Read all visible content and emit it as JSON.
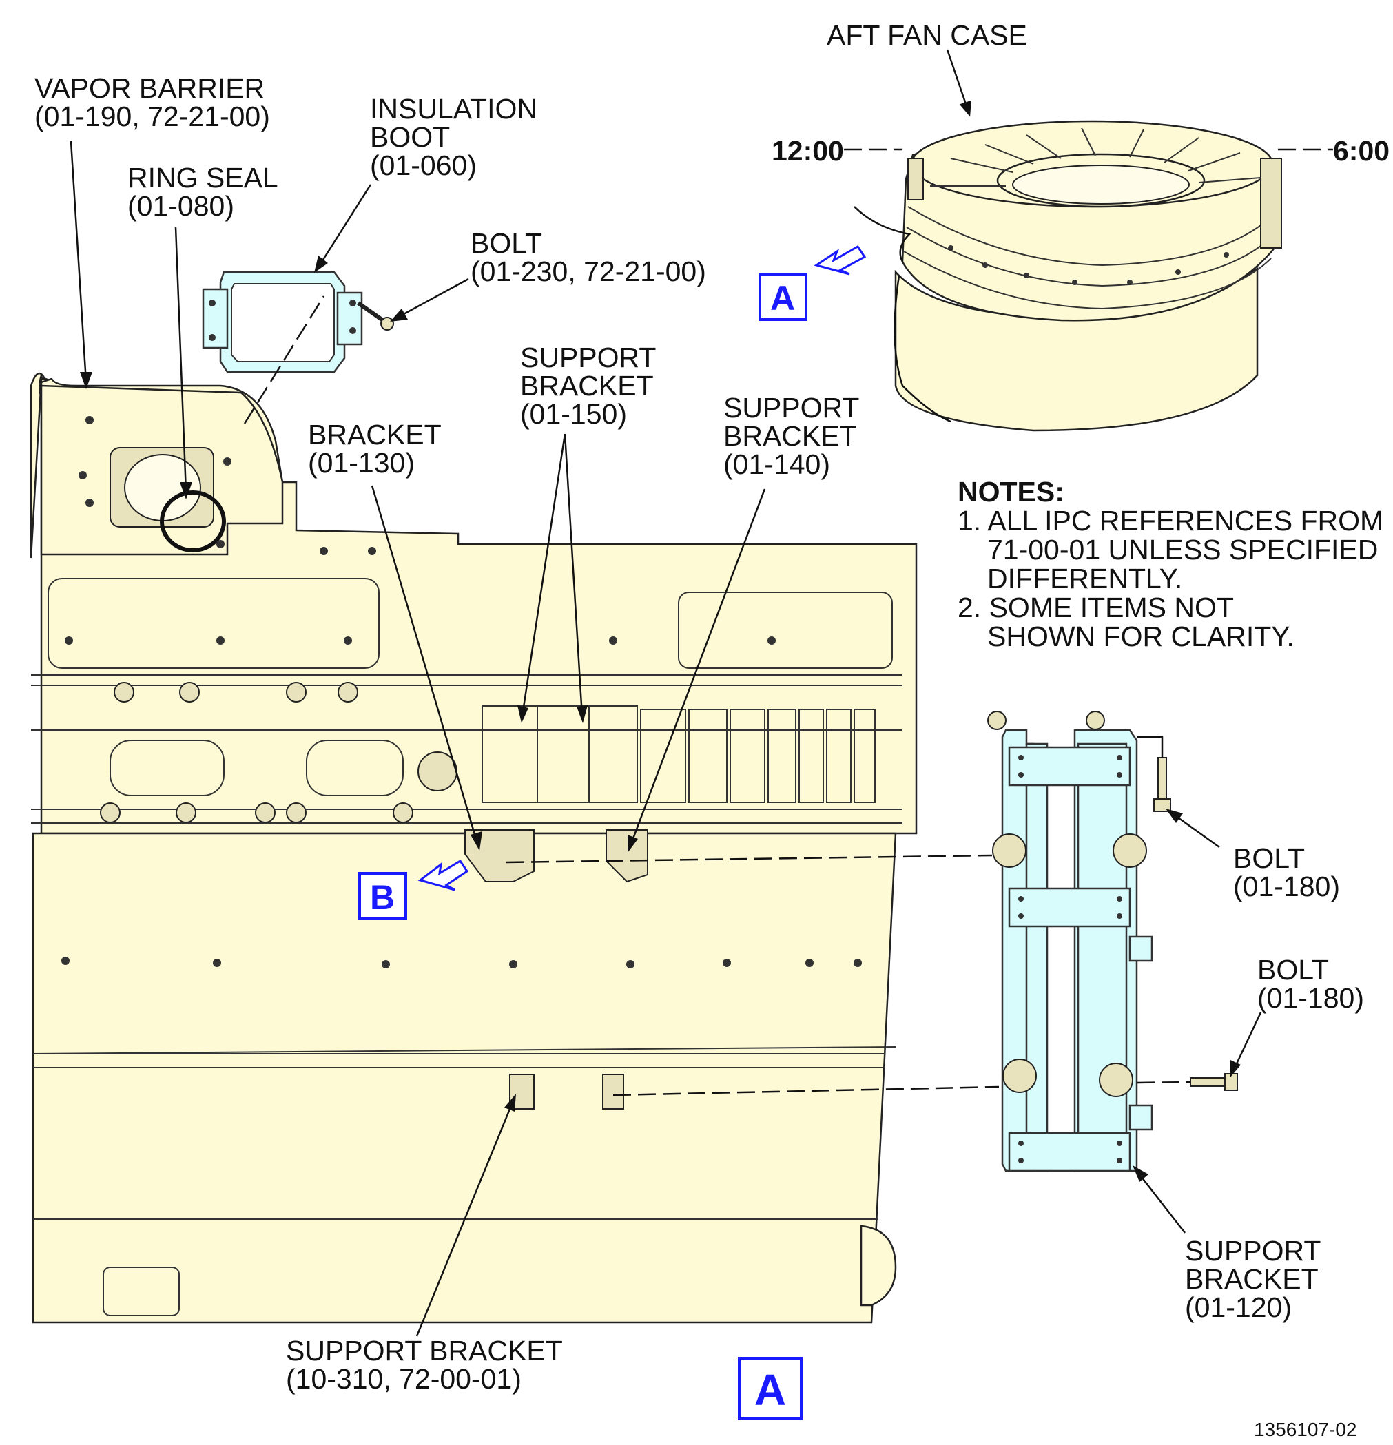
{
  "labels": {
    "aft_fan_case": "AFT FAN CASE",
    "clock_12": "12:00",
    "clock_6": "6:00",
    "vapor_barrier": [
      "VAPOR BARRIER",
      "(01-190, 72-21-00)"
    ],
    "insulation_boot": [
      "INSULATION",
      "BOOT",
      "(01-060)"
    ],
    "ring_seal": [
      "RING SEAL",
      "(01-080)"
    ],
    "bolt_top": [
      "BOLT",
      "(01-230, 72-21-00)"
    ],
    "support_bracket_150": [
      "SUPPORT",
      "BRACKET",
      "(01-150)"
    ],
    "bracket_130": [
      "BRACKET",
      "(01-130)"
    ],
    "support_bracket_140": [
      "SUPPORT",
      "BRACKET",
      "(01-140)"
    ],
    "bolt_180_a": [
      "BOLT",
      "(01-180)"
    ],
    "bolt_180_b": [
      "BOLT",
      "(01-180)"
    ],
    "support_bracket_120": [
      "SUPPORT",
      "BRACKET",
      "(01-120)"
    ],
    "support_bracket_310": [
      "SUPPORT BRACKET",
      "(10-310, 72-00-01)"
    ]
  },
  "notes": {
    "title": "NOTES:",
    "items": [
      "1. ALL IPC REFERENCES FROM",
      "71-00-01 UNLESS SPECIFIED",
      "DIFFERENTLY.",
      "2. SOME ITEMS NOT",
      "SHOWN FOR CLARITY."
    ]
  },
  "callouts": {
    "view_a_arrow": "A",
    "view_b_arrow": "B",
    "view_a_title": "A"
  },
  "figure_id": "1356107-02",
  "colors": {
    "part_fill": "#fefad6",
    "bracket_fill": "#d8fbfc",
    "callout_blue": "#1a1aff",
    "line": "#111111"
  }
}
